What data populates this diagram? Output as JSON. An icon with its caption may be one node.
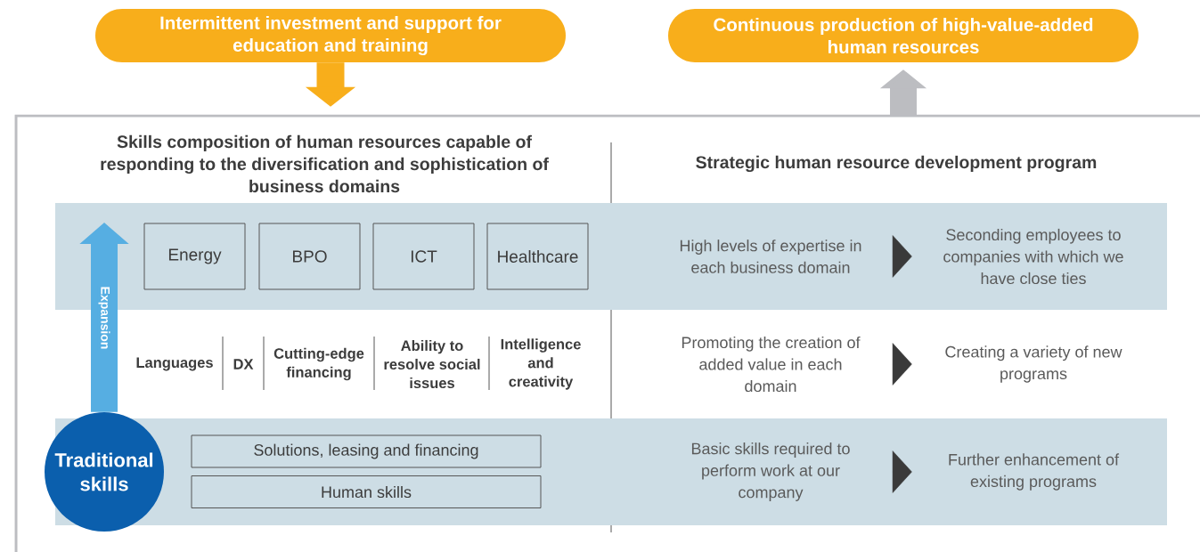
{
  "diagram": {
    "nodes": [
      {
        "text": [
          "Intermittent investment and support for education and training"
        ]
      },
      {
        "text": [
          "Continuous production of high-value-added human resources"
        ]
      },
      {
        "text": [
          "Skills composition of human resources capable of responding to the diversification and sophistication of business domains",
          "Strategic human resource development program"
        ]
      },
      {
        "text": [],
        "shape": "bar",
        "in": 2
      },
      {
        "text": [
          "Energy"
        ],
        "in": 3
      },
      {
        "text": [
          "BPO"
        ],
        "in": 3
      },
      {
        "text": [
          "ICT"
        ],
        "in": 3
      },
      {
        "text": [
          "Healthcare"
        ],
        "in": 3
      },
      {
        "text": [
          "High levels of expertise in each business domain"
        ],
        "in": 3
      },
      {
        "text": [
          "Seconding employees to companies with which we have close ties"
        ],
        "in": 3
      },
      {
        "text": [
          "Promoting the creation of added value in each domain"
        ],
        "in": 2
      },
      {
        "text": [
          "Creating a variety of new programs"
        ],
        "in": 2
      },
      {
        "text": [],
        "shape": "bar",
        "in": 2
      },
      {
        "text": [
          "Traditional skills"
        ],
        "in": 2
      },
      {
        "text": [
          "Solutions, leasing and financing"
        ],
        "in": 12
      },
      {
        "text": [
          "Human skills"
        ],
        "in": 12
      },
      {
        "text": [
          "Basic skills required to perform work at our company"
        ],
        "in": 12
      },
      {
        "text": [
          "Further enhancement of existing programs"
        ],
        "in": 12
      }
    ],
    "edges": [
      {
        "from": 0,
        "to": 2,
        "arrow": "to",
        "color": "#f8ae1b"
      },
      {
        "from": 2,
        "to": 1,
        "arrow": "to",
        "color": "#bcbdc1"
      },
      {
        "from": 13,
        "to": null,
        "arrow": "to",
        "label": "Expansion",
        "color": "#56aee2"
      },
      {
        "from": 8,
        "to": 9,
        "arrow": "to"
      },
      {
        "from": 10,
        "to": 11,
        "arrow": "to"
      },
      {
        "from": 16,
        "to": 17,
        "arrow": "to"
      }
    ],
    "labels": [
      "Languages",
      "DX",
      "Cutting-edge financing",
      "Ability to resolve social issues",
      "Intelligence and creativity"
    ]
  }
}
